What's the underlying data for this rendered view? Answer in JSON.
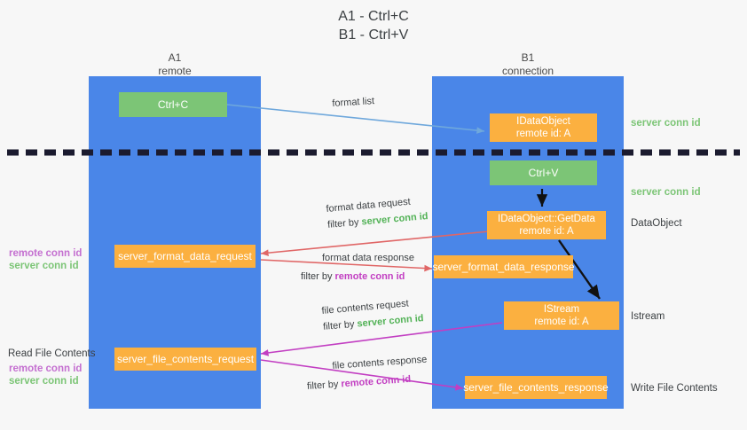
{
  "title": {
    "line1": "A1 - Ctrl+C",
    "line2": "B1 - Ctrl+V"
  },
  "colors": {
    "lane": "#4a86e8",
    "green_box": "#7cc576",
    "orange_box": "#fbb040",
    "blue_arrow": "#6fa8dc",
    "red_arrow": "#e06666",
    "magenta_arrow": "#c23ec2",
    "black_arrow": "#000000",
    "green_text": "#52b256",
    "purple_text": "#c23ec2",
    "background": "#f7f7f7"
  },
  "lanes": [
    {
      "id": "a1",
      "title": "A1",
      "subtitle": "remote"
    },
    {
      "id": "b1",
      "title": "B1",
      "subtitle": "connection"
    }
  ],
  "boxes": [
    {
      "id": "ctrl-c",
      "kind": "green",
      "line1": "Ctrl+C",
      "line2": ""
    },
    {
      "id": "idataobject-top",
      "kind": "orange",
      "line1": "IDataObject",
      "line2": "remote id: A"
    },
    {
      "id": "ctrl-v",
      "kind": "green",
      "line1": "Ctrl+V",
      "line2": ""
    },
    {
      "id": "getdata",
      "kind": "orange",
      "line1": "IDataObject::GetData",
      "line2": "remote id: A"
    },
    {
      "id": "server-format-data-request",
      "kind": "orange",
      "line1": "server_format_data_request",
      "line2": ""
    },
    {
      "id": "server-format-data-response",
      "kind": "orange",
      "line1": "server_format_data_response",
      "line2": ""
    },
    {
      "id": "istream",
      "kind": "orange",
      "line1": "IStream",
      "line2": "remote id: A"
    },
    {
      "id": "server-file-contents-request",
      "kind": "orange",
      "line1": "server_file_contents_request",
      "line2": ""
    },
    {
      "id": "server-file-contents-response",
      "kind": "orange",
      "line1": "server_file_contents_response",
      "line2": ""
    }
  ],
  "edge_labels": {
    "format_list": "format list",
    "format_data_request": "format data request",
    "format_data_request_filter_prefix": "filter by ",
    "format_data_request_filter_value": "server conn id",
    "format_data_response": "format data response",
    "format_data_response_filter_prefix": "filter by ",
    "format_data_response_filter_value": "remote conn id",
    "file_contents_request": "file contents request",
    "file_contents_request_filter_prefix": "filter by ",
    "file_contents_request_filter_value": "server conn id",
    "file_contents_response": "file contents response",
    "file_contents_response_filter_prefix": "filter by ",
    "file_contents_response_filter_value": "remote conn id"
  },
  "right_labels": [
    {
      "id": "server-conn-id-1",
      "text": "server conn id",
      "style": "green"
    },
    {
      "id": "server-conn-id-2",
      "text": "server conn id",
      "style": "green"
    },
    {
      "id": "dataobject",
      "text": "DataObject",
      "style": "plain"
    },
    {
      "id": "istream-label",
      "text": "Istream",
      "style": "plain"
    },
    {
      "id": "write-file-contents",
      "text": "Write File Contents",
      "style": "plain"
    }
  ],
  "left_labels": [
    {
      "id": "remote-conn-id-1",
      "text": "remote conn id",
      "style": "purple"
    },
    {
      "id": "server-conn-id-left-1",
      "text": "server conn id",
      "style": "green"
    },
    {
      "id": "read-file-contents",
      "text": "Read File Contents",
      "style": "plain"
    },
    {
      "id": "remote-conn-id-2",
      "text": "remote conn id",
      "style": "purple"
    },
    {
      "id": "server-conn-id-left-2",
      "text": "server conn id",
      "style": "green"
    }
  ]
}
